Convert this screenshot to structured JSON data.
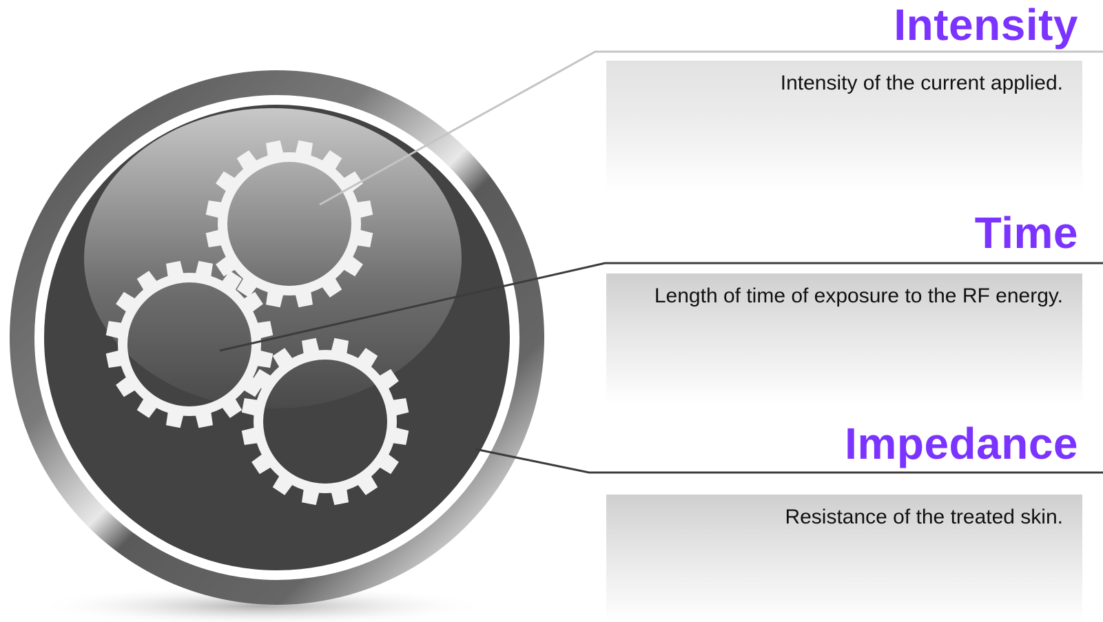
{
  "items": [
    {
      "title": "Intensity",
      "description": "Intensity of the current applied."
    },
    {
      "title": "Time",
      "description": "Length of time of exposure to the RF energy."
    },
    {
      "title": "Impedance",
      "description": "Resistance of the treated skin."
    }
  ],
  "colors": {
    "heading": "#7B33FF",
    "disc": "#454545",
    "gear": "#F2F2F2",
    "ring": "#ffffff"
  },
  "icon": "gears-icon"
}
